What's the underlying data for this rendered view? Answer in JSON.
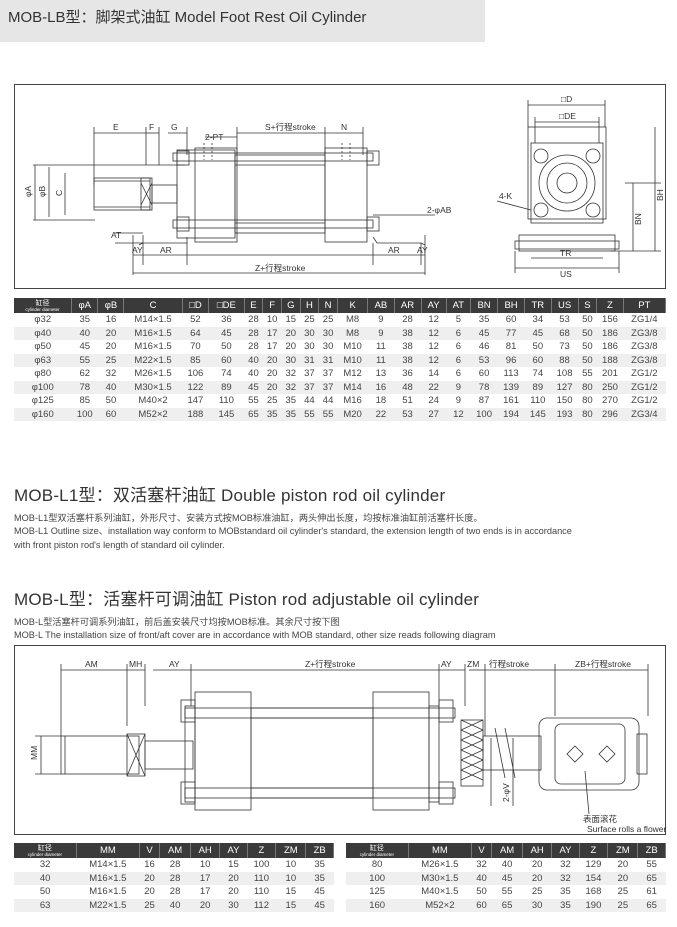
{
  "header": {
    "title": "MOB-LB型：脚架式油缸 Model Foot Rest Oil Cylinder"
  },
  "diagram1": {
    "labels": {
      "E": "E",
      "F": "F",
      "G": "G",
      "stroke": "S+行程stroke",
      "N": "N",
      "twoPT": "2-PT",
      "phiA": "φA",
      "phiB": "φB",
      "C": "C",
      "AT": "AT",
      "AY": "AY",
      "AR": "AR",
      "twoPhiAB": "2-φAB",
      "zStroke": "Z+行程stroke",
      "squareD": "□D",
      "squareDE": "□DE",
      "fourK": "4-K",
      "BH": "BH",
      "BN": "BN",
      "TR": "TR",
      "US": "US"
    }
  },
  "table1": {
    "header": [
      "缸径|cylinder diameter",
      "φA",
      "φB",
      "C",
      "□D",
      "□DE",
      "E",
      "F",
      "G",
      "H",
      "N",
      "K",
      "AB",
      "AR",
      "AY",
      "AT",
      "BN",
      "BH",
      "TR",
      "US",
      "S",
      "Z",
      "PT"
    ],
    "rows": [
      [
        "φ32",
        "35",
        "16",
        "M14×1.5",
        "52",
        "36",
        "28",
        "10",
        "15",
        "25",
        "25",
        "M8",
        "9",
        "28",
        "12",
        "5",
        "35",
        "60",
        "34",
        "53",
        "50",
        "156",
        "ZG1/4"
      ],
      [
        "φ40",
        "40",
        "20",
        "M16×1.5",
        "64",
        "45",
        "28",
        "17",
        "20",
        "30",
        "30",
        "M8",
        "9",
        "38",
        "12",
        "6",
        "45",
        "77",
        "45",
        "68",
        "50",
        "186",
        "ZG3/8"
      ],
      [
        "φ50",
        "45",
        "20",
        "M16×1.5",
        "70",
        "50",
        "28",
        "17",
        "20",
        "30",
        "30",
        "M10",
        "11",
        "38",
        "12",
        "6",
        "46",
        "81",
        "50",
        "73",
        "50",
        "186",
        "ZG3/8"
      ],
      [
        "φ63",
        "55",
        "25",
        "M22×1.5",
        "85",
        "60",
        "40",
        "20",
        "30",
        "31",
        "31",
        "M10",
        "11",
        "38",
        "12",
        "6",
        "53",
        "96",
        "60",
        "88",
        "50",
        "188",
        "ZG3/8"
      ],
      [
        "φ80",
        "62",
        "32",
        "M26×1.5",
        "106",
        "74",
        "40",
        "20",
        "32",
        "37",
        "37",
        "M12",
        "13",
        "36",
        "14",
        "6",
        "60",
        "113",
        "74",
        "108",
        "55",
        "201",
        "ZG1/2"
      ],
      [
        "φ100",
        "78",
        "40",
        "M30×1.5",
        "122",
        "89",
        "45",
        "20",
        "32",
        "37",
        "37",
        "M14",
        "16",
        "48",
        "22",
        "9",
        "78",
        "139",
        "89",
        "127",
        "80",
        "250",
        "ZG1/2"
      ],
      [
        "φ125",
        "85",
        "50",
        "M40×2",
        "147",
        "110",
        "55",
        "25",
        "35",
        "44",
        "44",
        "M16",
        "18",
        "51",
        "24",
        "9",
        "87",
        "161",
        "110",
        "150",
        "80",
        "270",
        "ZG1/2"
      ],
      [
        "φ160",
        "100",
        "60",
        "M52×2",
        "188",
        "145",
        "65",
        "35",
        "35",
        "55",
        "55",
        "M20",
        "22",
        "53",
        "27",
        "12",
        "100",
        "194",
        "145",
        "193",
        "80",
        "296",
        "ZG3/4"
      ]
    ]
  },
  "section2": {
    "title": "MOB-L1型：双活塞杆油缸 Double piston rod oil cylinder",
    "line1": "MOB-L1型双活塞杆系列油缸，外形尺寸、安装方式按MOB标准油缸，两头伸出长度，均按标准油缸前活塞杆长度。",
    "line2": "MOB-L1 Outline size、installation way conform to MOBstandard oil cylinder's standard, the extension length of two ends is in accordance",
    "line3": "with front piston rod's length of standard oil cylinder."
  },
  "section3": {
    "title": "MOB-L型：活塞杆可调油缸 Piston rod adjustable oil cylinder",
    "line1": "MOB-L型活塞杆可调系列油缸，前后盖安装尺寸均按MOB标准。其余尺寸按下图",
    "line2": "MOB-L The installation size of front/aft cover are in accordance with MOB standard, other size reads following diagram"
  },
  "diagram2": {
    "labels": {
      "AM": "AM",
      "MH": "MH",
      "AY": "AY",
      "zStroke": "Z+行程stroke",
      "AY2": "AY",
      "ZM": "ZM",
      "stroke": "行程stroke",
      "zbStroke": "ZB+行程stroke",
      "MM": "MM",
      "twoPhiV": "2-φV",
      "knurlCn": "表面滚花",
      "knurlEn": "Surface rolls a flower"
    }
  },
  "table2": {
    "header": [
      "缸径|cylinder diameter",
      "MM",
      "V",
      "AM",
      "AH",
      "AY",
      "Z",
      "ZM",
      "ZB"
    ],
    "rows": [
      [
        "32",
        "M14×1.5",
        "16",
        "28",
        "10",
        "15",
        "100",
        "10",
        "35"
      ],
      [
        "40",
        "M16×1.5",
        "20",
        "28",
        "17",
        "20",
        "110",
        "10",
        "35"
      ],
      [
        "50",
        "M16×1.5",
        "20",
        "28",
        "17",
        "20",
        "110",
        "15",
        "45"
      ],
      [
        "63",
        "M22×1.5",
        "25",
        "40",
        "20",
        "30",
        "112",
        "15",
        "45"
      ]
    ]
  },
  "table3": {
    "header": [
      "缸径|cylinder diameter",
      "MM",
      "V",
      "AM",
      "AH",
      "AY",
      "Z",
      "ZM",
      "ZB"
    ],
    "rows": [
      [
        "80",
        "M26×1.5",
        "32",
        "40",
        "20",
        "32",
        "129",
        "20",
        "55"
      ],
      [
        "100",
        "M30×1.5",
        "40",
        "45",
        "20",
        "32",
        "154",
        "20",
        "65"
      ],
      [
        "125",
        "M40×1.5",
        "50",
        "55",
        "25",
        "35",
        "168",
        "25",
        "61"
      ],
      [
        "160",
        "M52×2",
        "60",
        "65",
        "30",
        "35",
        "190",
        "25",
        "65"
      ]
    ]
  }
}
